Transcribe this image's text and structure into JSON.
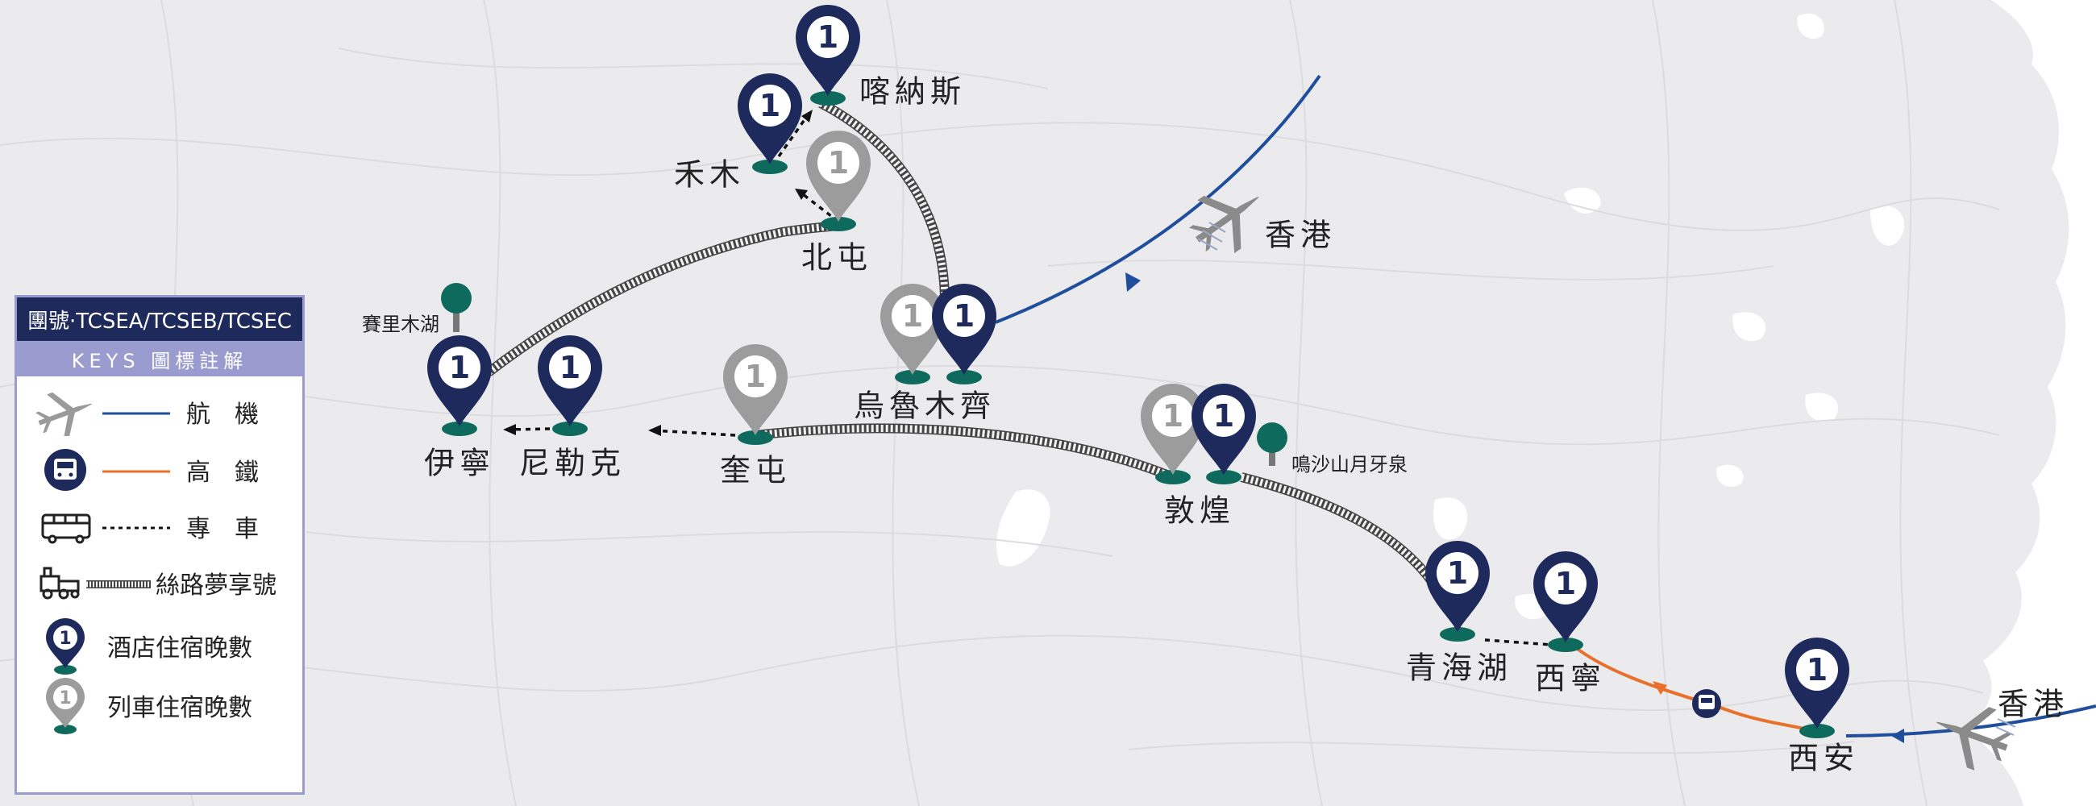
{
  "colors": {
    "navy": "#1e2a5c",
    "gray_pin": "#9c9c9c",
    "teal": "#0f6a5e",
    "flight": "#1f4f9c",
    "rail": "#e8702a",
    "land": "#ebebed",
    "sea": "#ffffff",
    "legend_accent": "#9a9cd0"
  },
  "pins": [
    {
      "name": "kanas",
      "label": "1",
      "kind": "hotel"
    },
    {
      "name": "hemu",
      "label": "1",
      "kind": "hotel"
    },
    {
      "name": "beitun",
      "label": "1",
      "kind": "train"
    },
    {
      "name": "urumqi-train",
      "label": "1",
      "kind": "train"
    },
    {
      "name": "urumqi-hotel",
      "label": "1",
      "kind": "hotel"
    },
    {
      "name": "yining",
      "label": "1",
      "kind": "hotel"
    },
    {
      "name": "nilka",
      "label": "1",
      "kind": "hotel"
    },
    {
      "name": "kuytun",
      "label": "1",
      "kind": "train"
    },
    {
      "name": "dunhuang-train",
      "label": "1",
      "kind": "train"
    },
    {
      "name": "dunhuang-hotel",
      "label": "1",
      "kind": "hotel"
    },
    {
      "name": "qinghai-lake",
      "label": "1",
      "kind": "hotel"
    },
    {
      "name": "xining",
      "label": "1",
      "kind": "hotel"
    },
    {
      "name": "xian",
      "label": "1",
      "kind": "hotel"
    }
  ],
  "places": {
    "kanas": "喀納斯",
    "hemu": "禾木",
    "beitun": "北屯",
    "urumqi": "烏魯木齊",
    "hongkong_top": "香港",
    "sayram": "賽里木湖",
    "yining": "伊寧",
    "nilka": "尼勒克",
    "kuytun": "奎屯",
    "dunhuang": "敦煌",
    "mingsha": "鳴沙山月牙泉",
    "qinghai_lake": "青海湖",
    "xining": "西寧",
    "xian": "西安",
    "hongkong_bottom": "香港"
  },
  "legend": {
    "title": "團號·TCSEA/TCSEB/TCSEC",
    "subtitle": "KEYS 圖標註解",
    "flight": "航機",
    "rail": "高鐵",
    "coach": "專車",
    "train": "絲路夢享號",
    "hotel_nights": "酒店住宿晚數",
    "train_nights": "列車住宿晚數",
    "pin_label": "1"
  }
}
